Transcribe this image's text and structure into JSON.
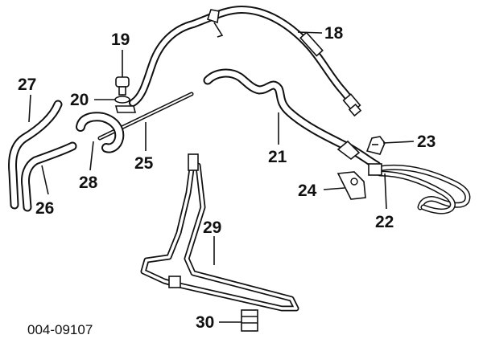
{
  "diagram": {
    "doc_id": "004-09107",
    "callouts": {
      "p18": "18",
      "p19": "19",
      "p20": "20",
      "p21": "21",
      "p22": "22",
      "p23": "23",
      "p24": "24",
      "p25": "25",
      "p26": "26",
      "p27": "27",
      "p28": "28",
      "p29": "29",
      "p30": "30"
    }
  }
}
